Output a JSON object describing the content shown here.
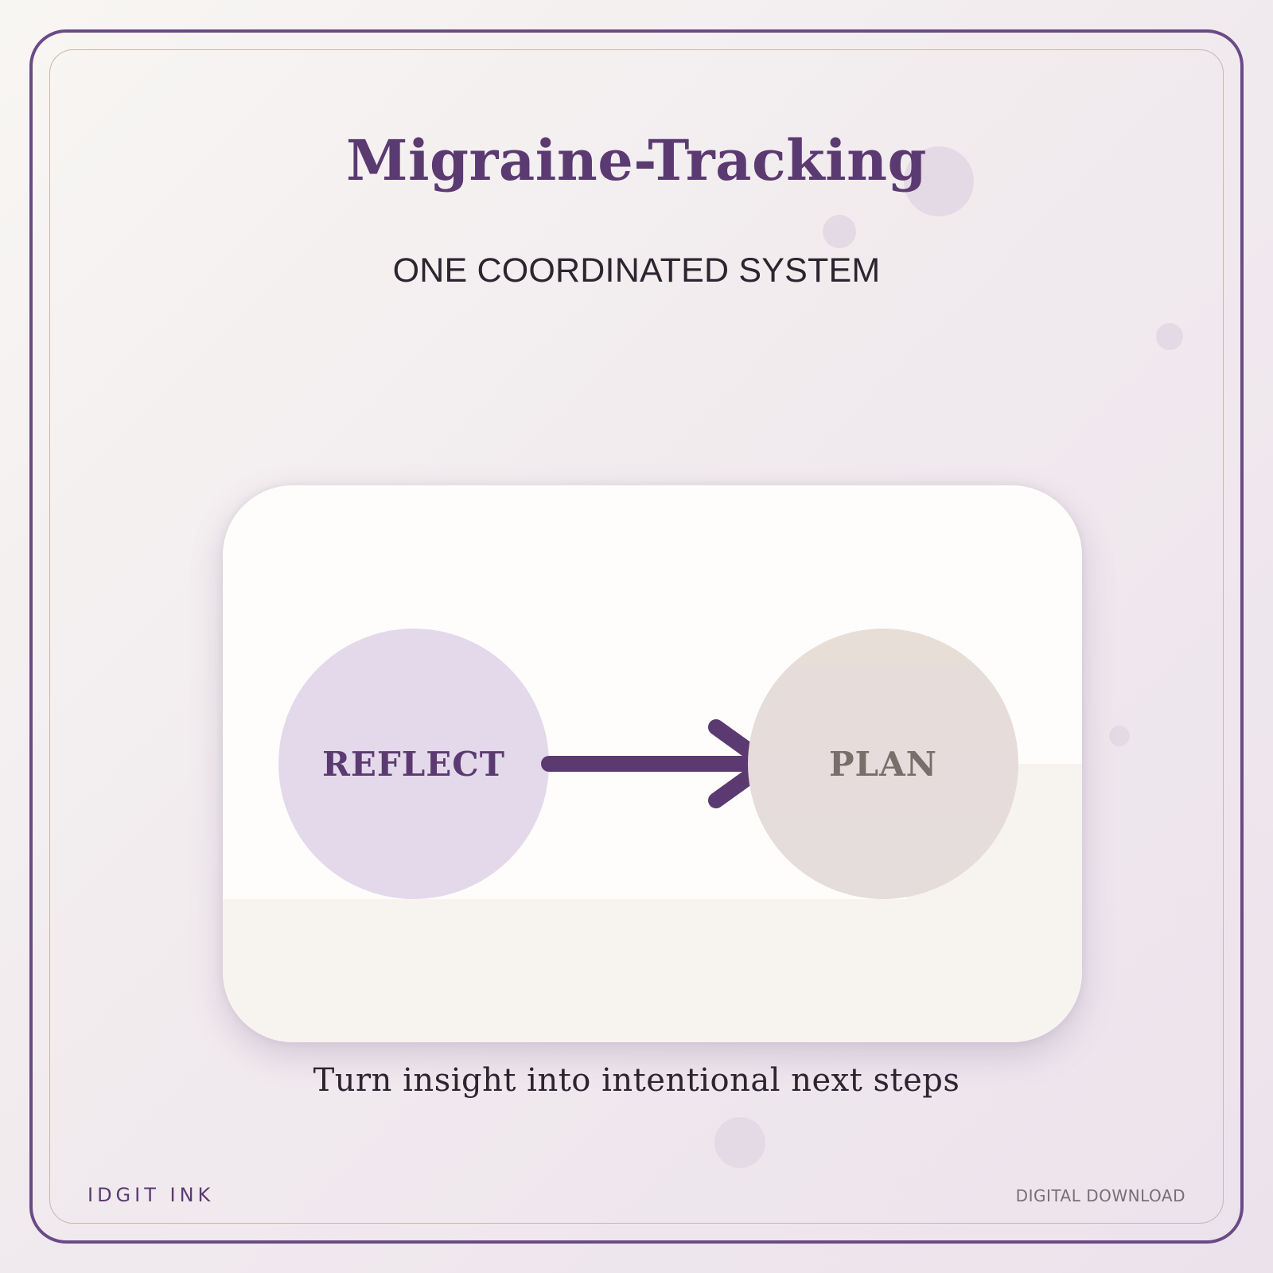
{
  "header": {
    "title": "Migraine-Tracking",
    "subtitle": "ONE COORDINATED SYSTEM"
  },
  "flow": {
    "from_label": "REFLECT",
    "to_label": "PLAN",
    "caption": "Turn insight into intentional next steps"
  },
  "footer": {
    "brand": "IDGIT INK",
    "badge": "DIGITAL DOWNLOAD"
  },
  "colors": {
    "accent": "#5b3a72",
    "frame": "#6a4a86",
    "reflect_fill": "#e4d9ea",
    "plan_fill": "#e6dcda",
    "plan_text": "#7a6e6a"
  },
  "icons": {
    "arrow": "arrow-right-icon"
  }
}
